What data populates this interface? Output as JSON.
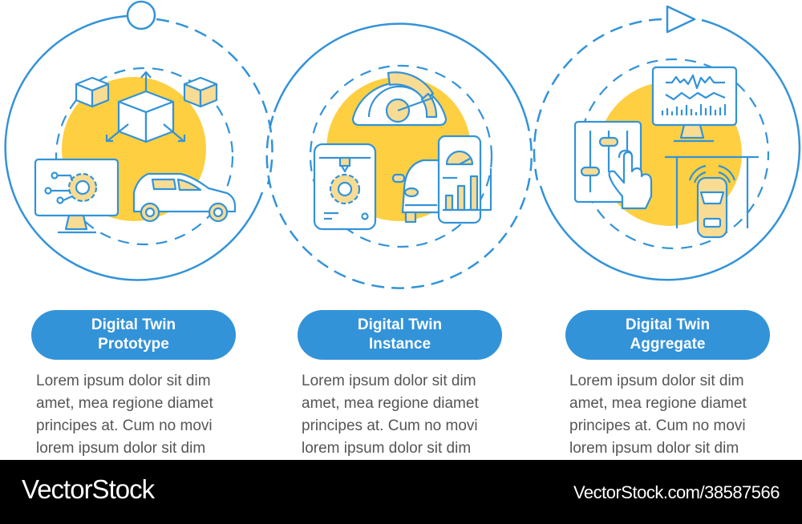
{
  "colors": {
    "primary_blue": "#3393d8",
    "accent_yellow": "#fdcf41",
    "light_yellow": "#f8dc94",
    "body_text": "#555555",
    "footer_bg": "#000000"
  },
  "steps": [
    {
      "title_line1": "Digital Twin",
      "title_line2": "Prototype",
      "desc_lines": [
        "Lorem ipsum dolor sit dim",
        "amet, mea regione diamet",
        "principes at. Cum no movi",
        "lorem ipsum dolor sit dim"
      ],
      "icons": [
        "3d-cube-icon",
        "monitor-gear-icon",
        "car-icon"
      ],
      "marker": "circle-start-icon"
    },
    {
      "title_line1": "Digital Twin",
      "title_line2": "Instance",
      "desc_lines": [
        "Lorem ipsum dolor sit dim",
        "amet, mea regione diamet",
        "principes at. Cum no movi",
        "lorem ipsum dolor sit dim"
      ],
      "icons": [
        "speedometer-icon",
        "3d-printer-icon",
        "car-front-icon",
        "phone-analytics-icon"
      ]
    },
    {
      "title_line1": "Digital Twin",
      "title_line2": "Aggregate",
      "desc_lines": [
        "Lorem ipsum dolor sit dim",
        "amet, mea regione diamet",
        "principes at. Cum no movi",
        "lorem ipsum dolor sit dim"
      ],
      "icons": [
        "monitor-waveform-icon",
        "control-panel-hand-icon",
        "car-sensor-garage-icon"
      ],
      "marker": "play-arrow-icon"
    }
  ],
  "footer": {
    "brand": "VectorStock",
    "url": "VectorStock.com/38587566"
  }
}
